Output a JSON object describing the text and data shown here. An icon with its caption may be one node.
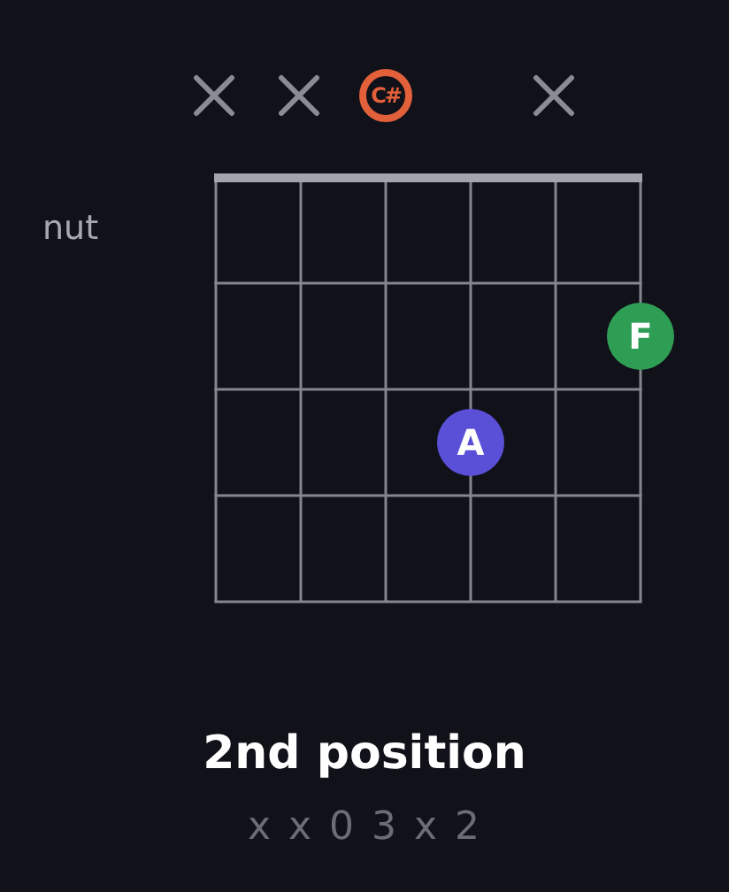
{
  "diagram": {
    "caption": "2nd position",
    "nodes": [
      {
        "text": [],
        "shape": "cross"
      },
      {
        "text": [],
        "shape": "cross"
      },
      {
        "text": [
          "C#"
        ]
      },
      {
        "text": [],
        "shape": "cross"
      },
      {
        "text": [
          "F"
        ]
      },
      {
        "text": [
          "A"
        ]
      }
    ],
    "edges": [],
    "labels": [
      "nut",
      "x x 0 3 x 2"
    ]
  }
}
